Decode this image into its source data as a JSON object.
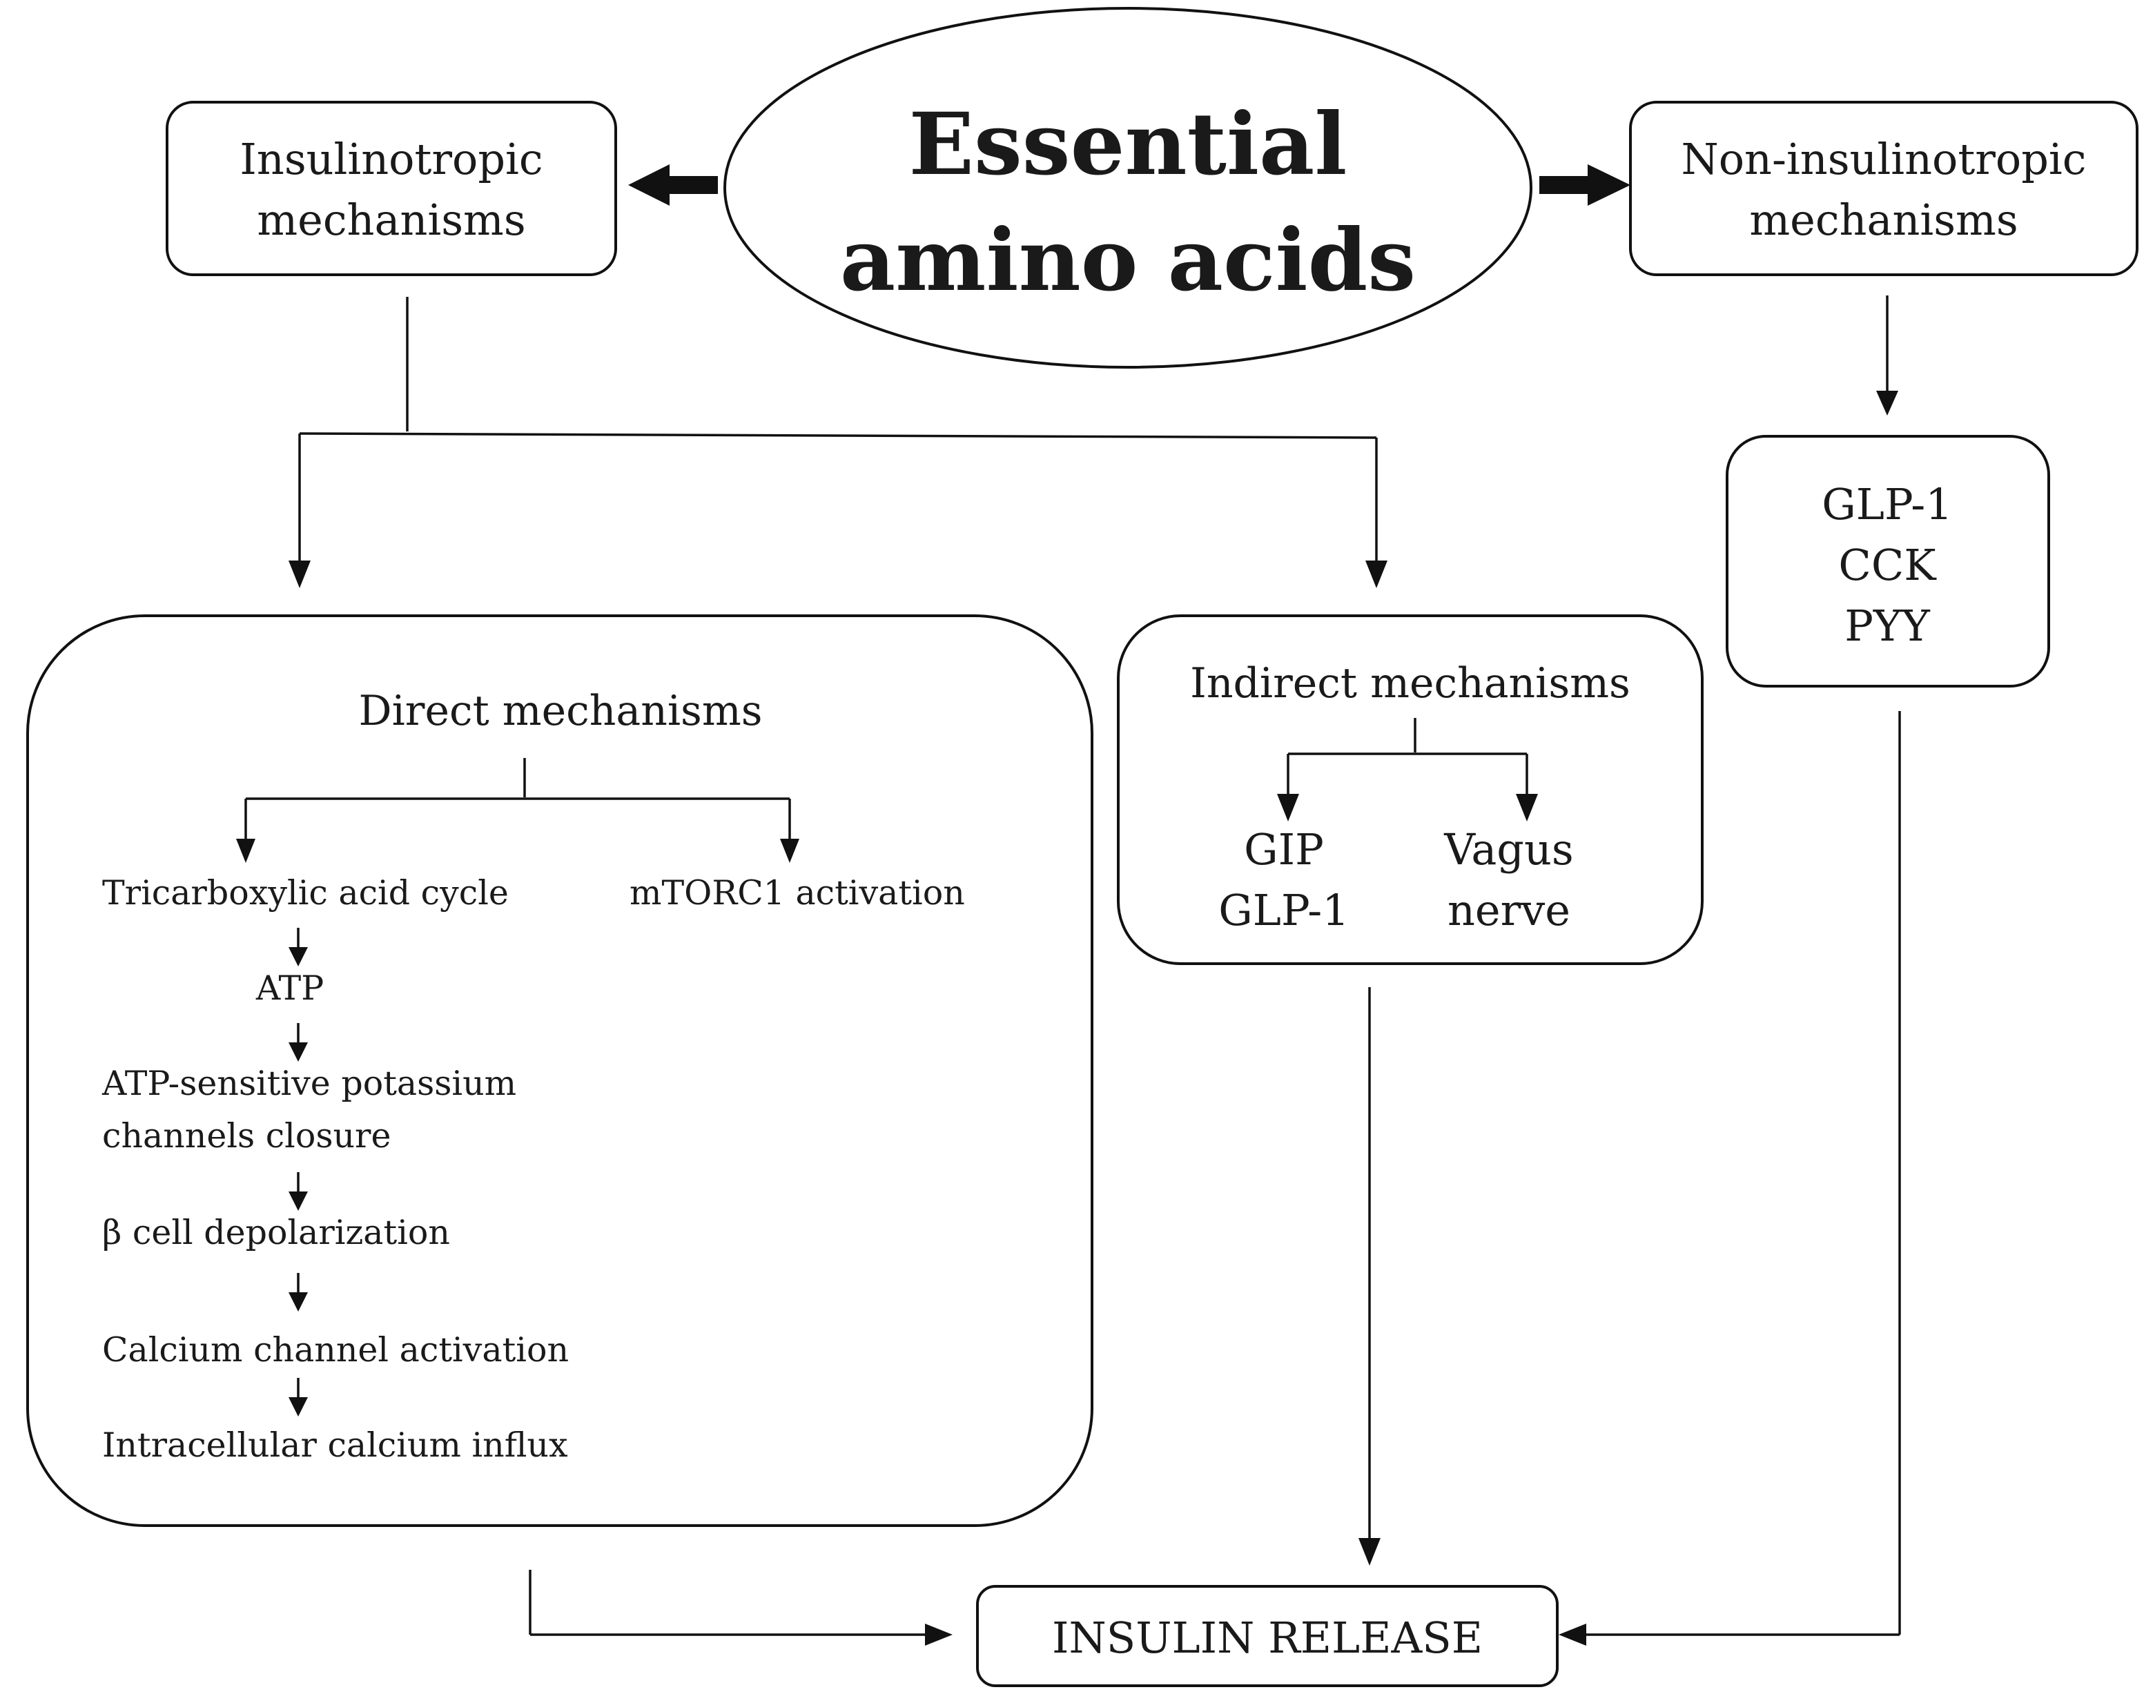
{
  "title": {
    "line1": "Essential",
    "line2": "amino acids"
  },
  "insulinotropic": {
    "line1": "Insulinotropic",
    "line2": "mechanisms"
  },
  "non_insulinotropic": {
    "line1": "Non-insulinotropic",
    "line2": "mechanisms",
    "hormones": [
      "GLP-1",
      "CCK",
      "PYY"
    ]
  },
  "direct": {
    "heading": "Direct mechanisms",
    "left_branch": "Tricarboxylic acid cycle",
    "right_branch": "mTORC1 activation",
    "cascade": [
      "ATP",
      "ATP-sensitive potassium",
      "channels closure",
      "β cell depolarization",
      "Calcium channel activation",
      "Intracellular calcium influx"
    ]
  },
  "indirect": {
    "heading": "Indirect mechanisms",
    "left": [
      "GIP",
      "GLP-1"
    ],
    "right": [
      "Vagus",
      "nerve"
    ]
  },
  "outcome": "INSULIN RELEASE"
}
